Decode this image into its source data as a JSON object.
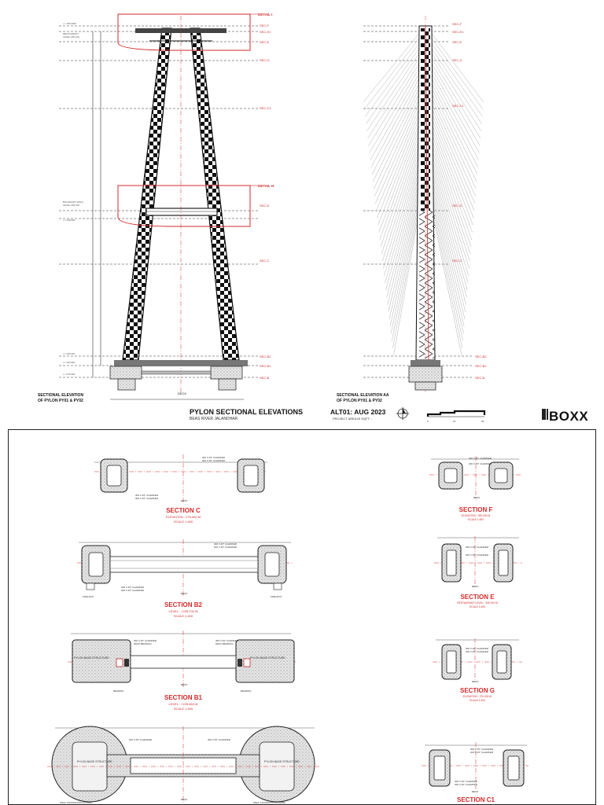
{
  "sheet": {
    "title": "PYLON SECTIONAL ELEVATIONS",
    "subtitle": "BEAS RIVER JALANDHAR",
    "revision": "ALT01: AUG 2023",
    "project_area": "PROJECT AREA IN SQFT: -",
    "logo_text": "BOXX"
  },
  "elevation_left": {
    "caption_line1": "SECTIONAL ELEVATION",
    "caption_line2": "OF PYLON PY01 & PY02",
    "detail_callouts": [
      "DETAIL I",
      "DETAIL H"
    ],
    "section_markers": [
      "SEC-F",
      "SEC-E1",
      "SEC-E",
      "SEC-G",
      "SEC-C1",
      "SEC-D",
      "SEC-C",
      "SEC-B2",
      "SEC-B1",
      "SEC-B"
    ],
    "deck_label": "DECK"
  },
  "elevation_right": {
    "caption_line1": "SECTIONAL ELEVATION AA",
    "caption_line2": "OF PYLON PY01 & PY02",
    "section_markers": [
      "SEC-F",
      "SEC-E1",
      "SEC-E",
      "SEC-G",
      "SEC-C1",
      "SEC-D",
      "SEC-C",
      "SEC-B2",
      "SEC-B1",
      "SEC-B"
    ]
  },
  "sections": [
    {
      "id": "c",
      "title": "SECTION C",
      "line1": "ELEVATION : 275.000 M",
      "line2": "SCALE 1:400",
      "notes": [
        "300 X 45° CHAMFER",
        "300 X 45° CHAMFER",
        "300 X 45° CHAMFER",
        "300 X 45° CHAMFER"
      ],
      "deck": "DECK"
    },
    {
      "id": "b2",
      "title": "SECTION B2",
      "line1": "LEVEL : +228.700 M",
      "line2": "SCALE 1:400",
      "notes": [
        "300 X 45° CHAMFER",
        "300 X 45° CHAMFER",
        "300 X 45° CHAMFER",
        "300 X 45° CHAMFER"
      ],
      "extra": [
        "FIRE EXIT",
        "FIRE EXIT"
      ],
      "deck": "DECK"
    },
    {
      "id": "b1",
      "title": "SECTION B1",
      "line1": "LEVEL : +225.563 M",
      "line2": "SCALE 1:400",
      "notes": [
        "300 X 45° CHAMFER",
        "DECK BEARING",
        "300 X 45° CHAMFER",
        "DECK BEARING"
      ],
      "extra": [
        "PYLON BASE STRUCTURE",
        "PYLON BASE STRUCTURE",
        "BEARING",
        "BEARING"
      ],
      "deck": "DECK"
    },
    {
      "id": "b",
      "title": "",
      "line1": "",
      "line2": "",
      "notes": [
        "300 X 45° CHAMFER",
        "300 X 45° CHAMFER"
      ],
      "extra": [
        "PYLON BASE STRUCTURE",
        "PYLON BASE STRUCTURE",
        "WELL FOUNDATION Ø 10000",
        "WELL FOUNDATION Ø 10000"
      ],
      "deck": "DECK"
    },
    {
      "id": "f",
      "title": "SECTION F",
      "line1": "ELEVATION : 330.000 M",
      "line2": "SCALE 1:400",
      "notes": [
        "300 X 45° CHAMFER",
        "200 X 45° CHAMFER"
      ],
      "deck": "DECK"
    },
    {
      "id": "e",
      "title": "SECTION E",
      "line1": "RESTAURANT LEVEL : 305.100 M",
      "line2": "SCALE 1:400",
      "notes": [
        "300 X 45° CHAMFER",
        "200 X 45° CHAMFER"
      ],
      "deck": "DECK"
    },
    {
      "id": "g",
      "title": "SECTION G",
      "line1": "ELEVATION : 370.000 M",
      "line2": "SCALE 1:400",
      "notes": [
        "300 X 45° CHAMFER",
        "200 X 45° CHAMFER"
      ],
      "deck": "DECK"
    },
    {
      "id": "c1",
      "title": "SECTION C1",
      "line1": "",
      "line2": "",
      "notes": [
        "300 X 45° CHAMFER",
        "200 X 45° CHAMFER",
        "200 X 45° CHAMFER",
        "300 X 45° CHAMFER"
      ],
      "deck": "DECK"
    }
  ],
  "colors": {
    "accent_red": "#d32a2a",
    "ink": "#222222",
    "hatch": "#9a9a9a"
  }
}
